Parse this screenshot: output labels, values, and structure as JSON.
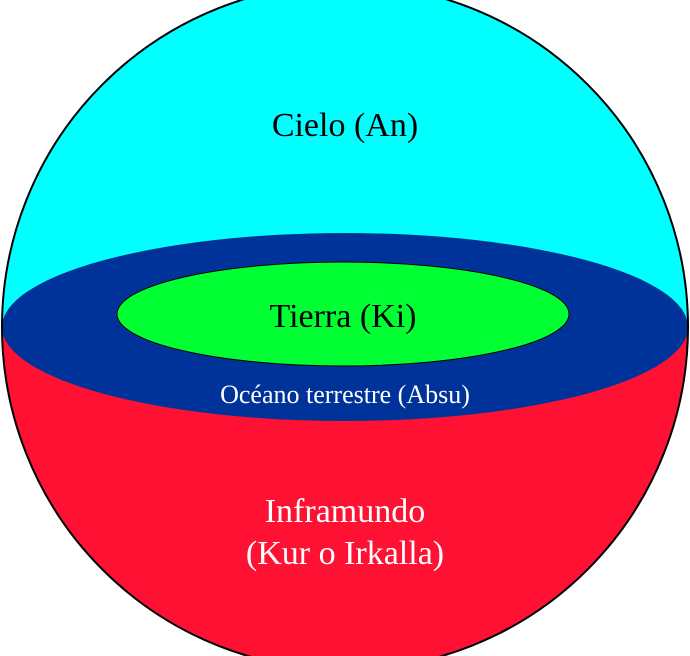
{
  "colors": {
    "sky": "#00FFFF",
    "ocean": "#003399",
    "earth": "#00FF33",
    "underworld": "#FF1133",
    "outline": "#000000",
    "text_dark": "#000000",
    "text_light": "#FFFFFF"
  },
  "labels": {
    "heaven": "Cielo (An)",
    "earth": "Tierra (Ki)",
    "ocean": "Océano terrestre (Absu)",
    "underworld_line1": "Inframundo",
    "underworld_line2": "(Kur o Irkalla)"
  }
}
